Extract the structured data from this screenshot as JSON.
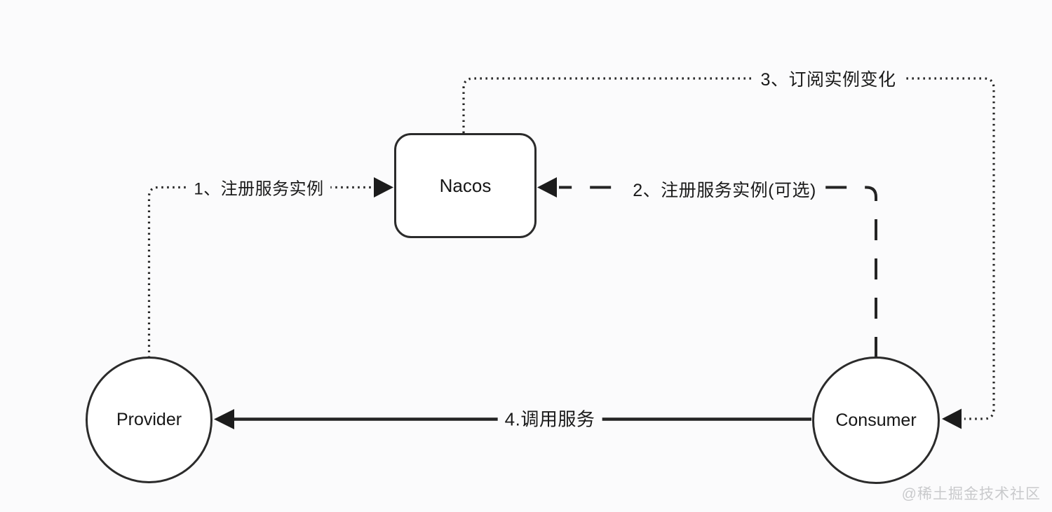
{
  "nodes": {
    "nacos": {
      "label": "Nacos"
    },
    "provider": {
      "label": "Provider"
    },
    "consumer": {
      "label": "Consumer"
    }
  },
  "edges": {
    "register_provider": {
      "label": "1、注册服务实例"
    },
    "register_consumer": {
      "label": "2、注册服务实例(可选)"
    },
    "subscribe_changes": {
      "label": "3、订阅实例变化"
    },
    "invoke_service": {
      "label": "4.调用服务"
    }
  },
  "watermark": "@稀土掘金技术社区",
  "colors": {
    "line": "#242424",
    "node_border": "#2b2b2b",
    "node_fill": "#ffffff",
    "background": "#fbfbfc",
    "label_text": "#1a1a1a",
    "watermark_text": "#c9cacc"
  }
}
